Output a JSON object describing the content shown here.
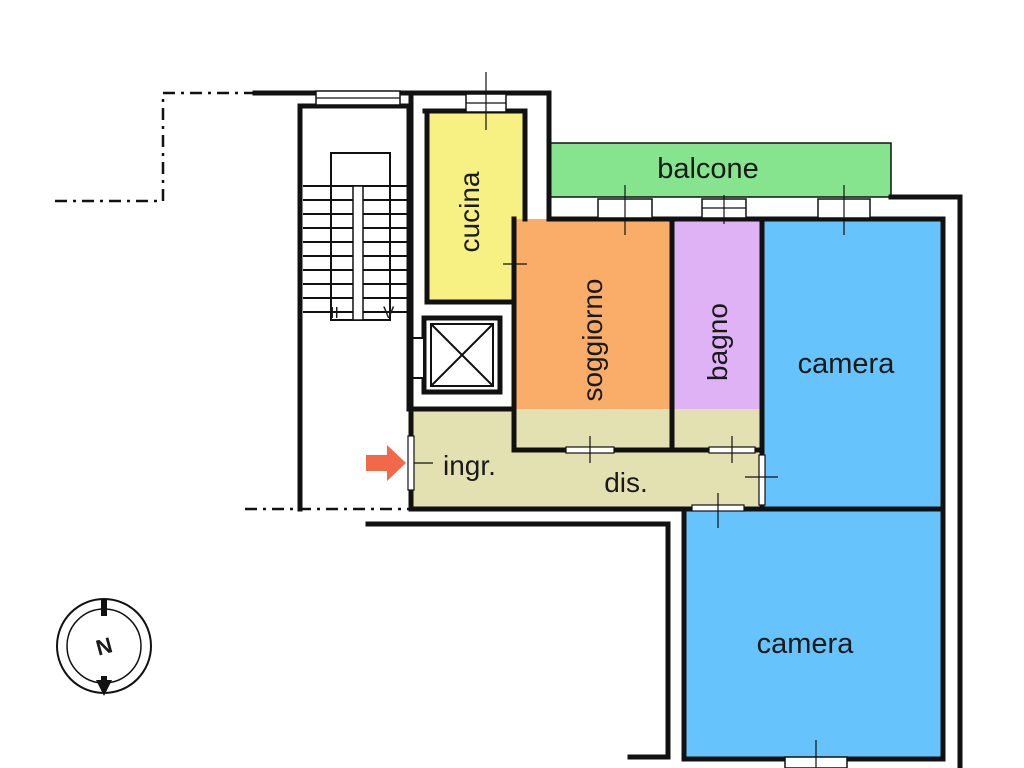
{
  "rooms": {
    "balcone": "balcone",
    "cucina": "cucina",
    "soggiorno": "soggiorno",
    "bagno": "bagno",
    "camera_1": "camera",
    "camera_2": "camera",
    "ingresso": "ingr.",
    "disimpegno": "dis."
  },
  "stairs": {
    "left_mark": "II",
    "right_mark": "V"
  },
  "compass": {
    "letter": "N"
  },
  "colors": {
    "balcone": "#86e48e",
    "cucina": "#f7f082",
    "soggiorno": "#f9ad68",
    "bagno": "#dfb2f5",
    "camera": "#66c3fb",
    "ingresso": "#e3e0b2",
    "entrance_arrow": "#f2694a"
  }
}
